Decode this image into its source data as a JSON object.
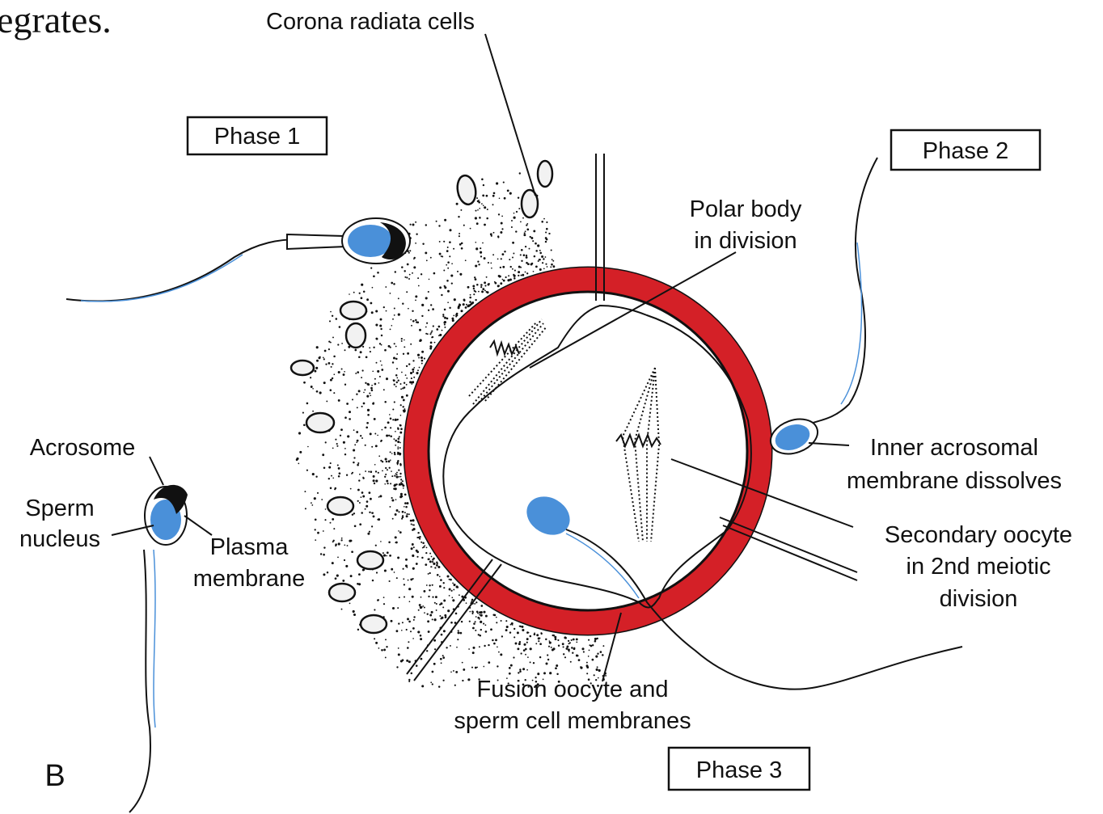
{
  "page_text": {
    "top_fragment": "egrates."
  },
  "labels": {
    "corona": "Corona radiata cells",
    "phase1": "Phase 1",
    "phase2": "Phase 2",
    "phase3": "Phase 3",
    "polar_1": "Polar body",
    "polar_2": "in division",
    "acrosome": "Acrosome",
    "sperm_1": "Sperm",
    "sperm_2": "nucleus",
    "plasma_1": "Plasma",
    "plasma_2": "membrane",
    "inner_1": "Inner acrosomal",
    "inner_2": "membrane dissolves",
    "secondary_1": "Secondary oocyte",
    "secondary_2": "in 2nd meiotic",
    "secondary_3": "division",
    "fusion_1": "Fusion oocyte and",
    "fusion_2": "sperm cell membranes",
    "panel": "B"
  },
  "colors": {
    "zona_pellucida": "#d42027",
    "sperm_nucleus": "#4a90d9",
    "ink": "#111111"
  }
}
